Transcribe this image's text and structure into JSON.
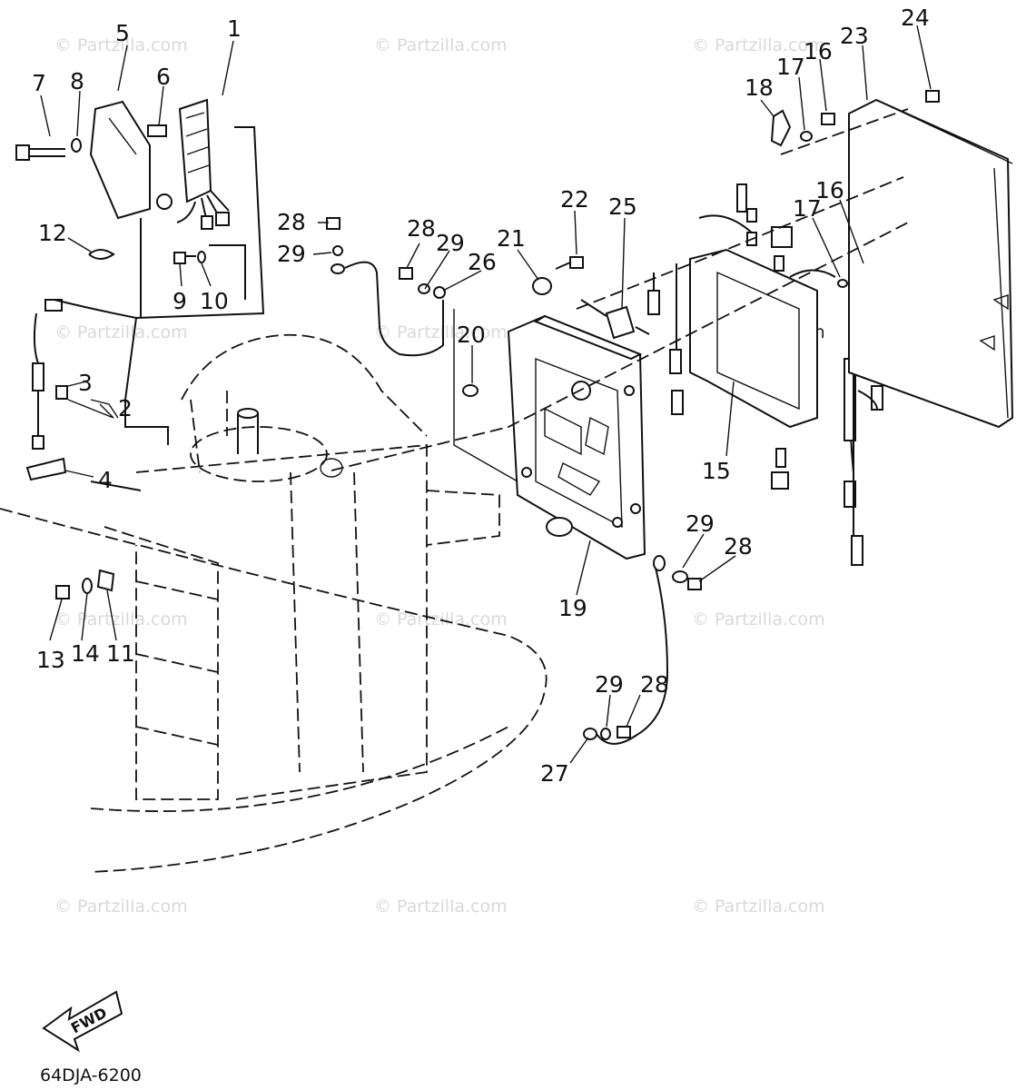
{
  "watermark_text": "© Partzilla.com",
  "diagram_code": "64DJA-6200",
  "fwd_label": "FWD",
  "callouts": [
    "1",
    "2",
    "3",
    "4",
    "5",
    "6",
    "7",
    "8",
    "9",
    "10",
    "11",
    "12",
    "13",
    "14",
    "15",
    "16",
    "16",
    "17",
    "17",
    "18",
    "19",
    "20",
    "21",
    "22",
    "23",
    "24",
    "25",
    "26",
    "27",
    "28",
    "28",
    "28",
    "28",
    "29",
    "29",
    "29",
    "29"
  ]
}
